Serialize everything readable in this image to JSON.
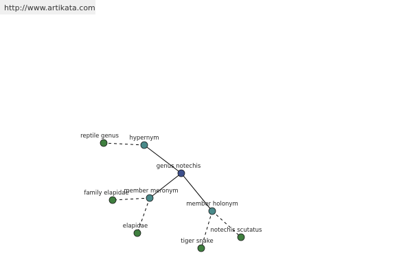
{
  "header": {
    "url": "http://www.artikata.com"
  },
  "colors": {
    "root": "#3d4f8c",
    "relation": "#4a8a8a",
    "leaf": "#3f7f3f",
    "edge": "#000000"
  },
  "graph": {
    "nodes": [
      {
        "id": "genus",
        "label": "genus notechis",
        "kind": "root"
      },
      {
        "id": "hypernym",
        "label": "hypernym",
        "kind": "relation"
      },
      {
        "id": "reptile",
        "label": "reptile genus",
        "kind": "leaf"
      },
      {
        "id": "meronym",
        "label": "member meronym",
        "kind": "relation"
      },
      {
        "id": "family",
        "label": "family elapidae",
        "kind": "leaf"
      },
      {
        "id": "elapidae",
        "label": "elapidae",
        "kind": "leaf"
      },
      {
        "id": "holonym",
        "label": "member holonym",
        "kind": "relation"
      },
      {
        "id": "tiger",
        "label": "tiger snake",
        "kind": "leaf"
      },
      {
        "id": "scutatus",
        "label": "notechis scutatus",
        "kind": "leaf"
      }
    ],
    "edges": [
      {
        "from": "genus",
        "to": "hypernym",
        "style": "solid"
      },
      {
        "from": "genus",
        "to": "meronym",
        "style": "solid"
      },
      {
        "from": "genus",
        "to": "holonym",
        "style": "solid"
      },
      {
        "from": "hypernym",
        "to": "reptile",
        "style": "dashed"
      },
      {
        "from": "meronym",
        "to": "family",
        "style": "dashed"
      },
      {
        "from": "meronym",
        "to": "elapidae",
        "style": "dashed"
      },
      {
        "from": "holonym",
        "to": "tiger",
        "style": "dashed"
      },
      {
        "from": "holonym",
        "to": "scutatus",
        "style": "dashed"
      }
    ]
  }
}
